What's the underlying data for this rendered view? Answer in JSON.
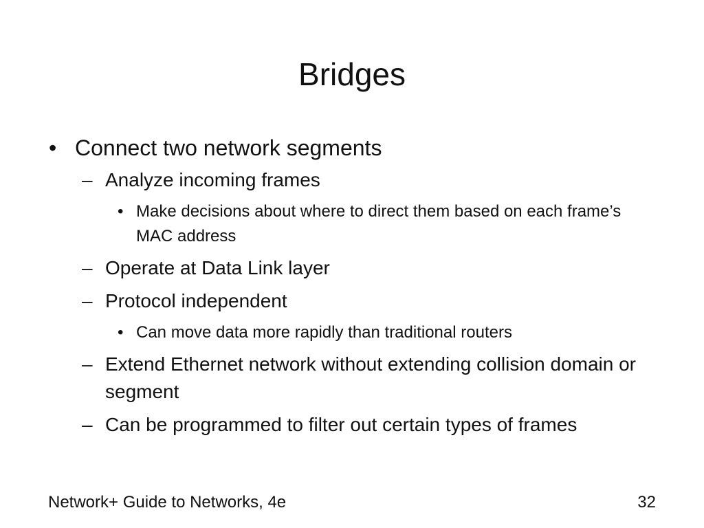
{
  "slide": {
    "title": "Bridges",
    "bullets": [
      {
        "level": 1,
        "marker": "•",
        "text": "Connect two network segments"
      },
      {
        "level": 2,
        "marker": "–",
        "text": "Analyze incoming frames"
      },
      {
        "level": 3,
        "marker": "•",
        "text": "Make decisions about where to direct them based on each frame’s MAC address"
      },
      {
        "level": 2,
        "marker": "–",
        "text": "Operate at Data Link layer"
      },
      {
        "level": 2,
        "marker": "–",
        "text": "Protocol independent"
      },
      {
        "level": 3,
        "marker": "•",
        "text": "Can move data more rapidly than traditional routers"
      },
      {
        "level": 2,
        "marker": "–",
        "text": "Extend Ethernet network without extending collision domain or segment"
      },
      {
        "level": 2,
        "marker": "–",
        "text": "Can be programmed to filter out certain types of frames"
      }
    ]
  },
  "footer": {
    "source": "Network+ Guide to Networks, 4e",
    "page_number": "32"
  }
}
